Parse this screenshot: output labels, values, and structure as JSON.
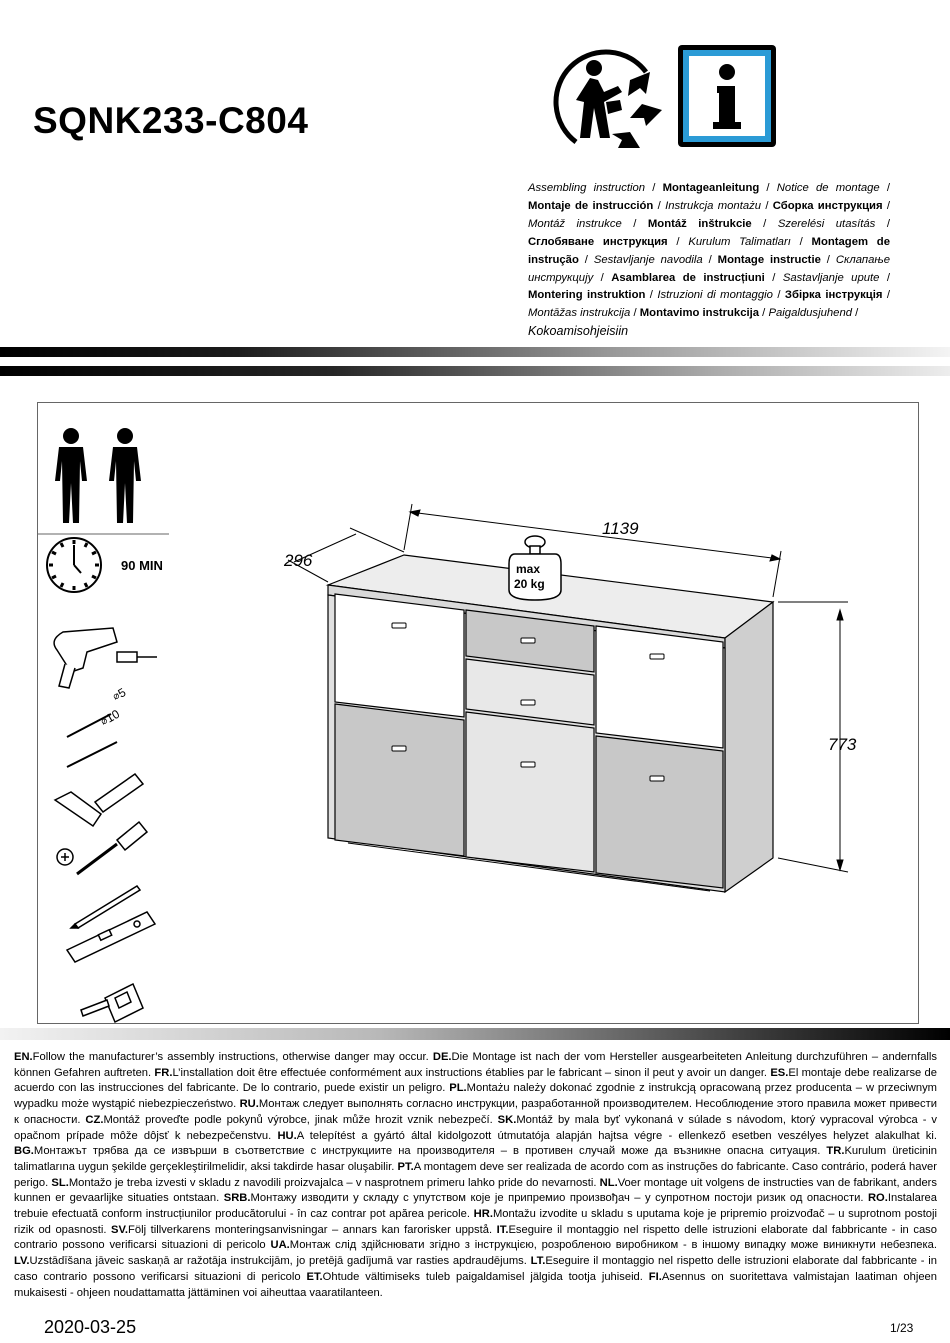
{
  "header": {
    "title": "SQNK233-C804",
    "icons": [
      "recycle-person-icon",
      "info-icon"
    ]
  },
  "languages": [
    {
      "text": "Assembling instruction",
      "style": "italic"
    },
    {
      "text": "Montageanleitung",
      "style": "bold"
    },
    {
      "text": "Notice de montage",
      "style": "italic"
    },
    {
      "text": "Montaje de instrucción",
      "style": "bold"
    },
    {
      "text": "Instrukcja montażu",
      "style": "italic"
    },
    {
      "text": "Сборка инструкция",
      "style": "bold"
    },
    {
      "text": "Montáž instrukce",
      "style": "italic"
    },
    {
      "text": "Montáž inštrukcie",
      "style": "bold"
    },
    {
      "text": "Szerelési utasítás",
      "style": "italic"
    },
    {
      "text": "Сглобяване инструкция",
      "style": "bold"
    },
    {
      "text": "Kurulum Talimatları",
      "style": "italic"
    },
    {
      "text": "Montagem de instrução",
      "style": "bold"
    },
    {
      "text": "Sestavljanje navodila",
      "style": "italic"
    },
    {
      "text": "Montage instructie",
      "style": "bold"
    },
    {
      "text": "Склапање инструкцију",
      "style": "italic"
    },
    {
      "text": "Asamblarea de instrucțiuni",
      "style": "bold"
    },
    {
      "text": "Sastavljanje upute",
      "style": "italic"
    },
    {
      "text": "Montering instruktion",
      "style": "bold"
    },
    {
      "text": "Istruzioni di montaggio",
      "style": "italic"
    },
    {
      "text": "Збірка інструкція",
      "style": "bold"
    },
    {
      "text": "Montāžas instrukcija",
      "style": "italic"
    },
    {
      "text": "Montavimo instrukcija",
      "style": "bold"
    },
    {
      "text": "Paigaldusjuhend",
      "style": "italic"
    }
  ],
  "languages_last": "Kokoamisohjeisiin",
  "separator": " / ",
  "requirements": {
    "persons": 2,
    "time": "90 MIN",
    "drill_bits": [
      "5",
      "10"
    ]
  },
  "drawing": {
    "width": "1139",
    "depth": "296",
    "height": "773",
    "max_label": "max",
    "max_load": "20 kg"
  },
  "disclaimer": [
    {
      "code": "EN.",
      "text": "Follow the manufacturer’s assembly instructions, otherwise danger may occur. "
    },
    {
      "code": "DE.",
      "text": "Die Montage ist nach der vom Hersteller ausgearbeiteten Anleitung durchzuführen – andernfalls können Gefahren auftreten. "
    },
    {
      "code": "FR.",
      "text": "L’installation doit être effectuée conformément aux instructions établies par le fabricant – sinon il peut y avoir un danger. "
    },
    {
      "code": "ES.",
      "text": "El montaje debe realizarse de acuerdo con las instrucciones del fabricante. De lo contrario, puede existir un peligro. "
    },
    {
      "code": "PL.",
      "text": "Montażu należy dokonać zgodnie z instrukcją opracowaną przez producenta – w przeciwnym wypadku może wystąpić niebezpieczeństwo. "
    },
    {
      "code": "RU.",
      "text": "Монтаж следует выполнять согласно инструкции, разработанной производителем. Несоблюдение этого правила может привести к опасности. "
    },
    {
      "code": "CZ.",
      "text": "Montáž proveďte podle pokynů výrobce, jinak může hrozit vznik nebezpečí. "
    },
    {
      "code": "SK.",
      "text": "Montáž by mala byť vykonaná v súlade s návodom, ktorý vypracoval výrobca - v opačnom prípade môže dôjsť k nebezpečenstvu. "
    },
    {
      "code": "HU.",
      "text": "A telepítést a gyártó által kidolgozott útmutatója alapján hajtsa végre - ellenkező esetben veszélyes helyzet alakulhat ki. "
    },
    {
      "code": "BG.",
      "text": "Монтажът трябва да се извърши в съответствие с инструкциите на производителя – в противен случай може да възникне опасна ситуация. "
    },
    {
      "code": "TR.",
      "text": "Kurulum üreticinin talimatlarına uygun şekilde gerçekleştirilmelidir, aksi takdirde hasar oluşabilir. "
    },
    {
      "code": "PT.",
      "text": "A montagem deve ser realizada de acordo com as instruções do fabricante. Caso contrário, poderá haver perigo. "
    },
    {
      "code": "SL.",
      "text": "Montažo je treba izvesti v skladu z navodili proizvajalca – v nasprotnem primeru lahko pride do nevarnosti. "
    },
    {
      "code": "NL.",
      "text": "Voer montage uit volgens de instructies van de fabrikant, anders kunnen er gevaarlijke situaties ontstaan. "
    },
    {
      "code": "SRB.",
      "text": "Монтажу изводити у складу с упутством које је припремио произвођач – у супротном постоји ризик од опасности. "
    },
    {
      "code": "RO.",
      "text": "Instalarea trebuie efectuată conform instrucțiunilor producătorului - în caz contrar pot apărea pericole. "
    },
    {
      "code": "HR.",
      "text": "Montažu izvodite u skladu s uputama koje je pripremio proizvođač – u suprotnom postoji rizik od opasnosti. "
    },
    {
      "code": "SV.",
      "text": "Följ tillverkarens monteringsanvisningar – annars kan farorisker uppstå. "
    },
    {
      "code": "IT.",
      "text": "Eseguire il montaggio nel rispetto delle istruzioni elaborate dal fabbricante - in caso contrario possono verificarsi situazioni di pericolo "
    },
    {
      "code": "UA.",
      "text": "Монтаж слід здійснювати згідно з інструкцією, розробленою виробником - в іншому випадку може виникнути небезпека. "
    },
    {
      "code": "LV.",
      "text": "Uzstādīšana jāveic saskaņā ar ražotāja instrukcijām, jo pretējā gadījumā var rasties apdraudējums. "
    },
    {
      "code": "LT.",
      "text": "Eseguire il montaggio nel rispetto delle istruzioni elaborate dal fabbricante - in caso contrario possono verificarsi situazioni di pericolo "
    },
    {
      "code": "ET.",
      "text": "Ohtude vältimiseks tuleb paigaldamisel jälgida tootja juhiseid. "
    },
    {
      "code": "FI.",
      "text": "Asennus on suoritettava valmistajan laatiman ohjeen mukaisesti - ohjeen noudattamatta jättäminen voi aiheuttaa vaaratilanteen."
    }
  ],
  "footer": {
    "date": "2020-03-25",
    "page": "1/23"
  }
}
